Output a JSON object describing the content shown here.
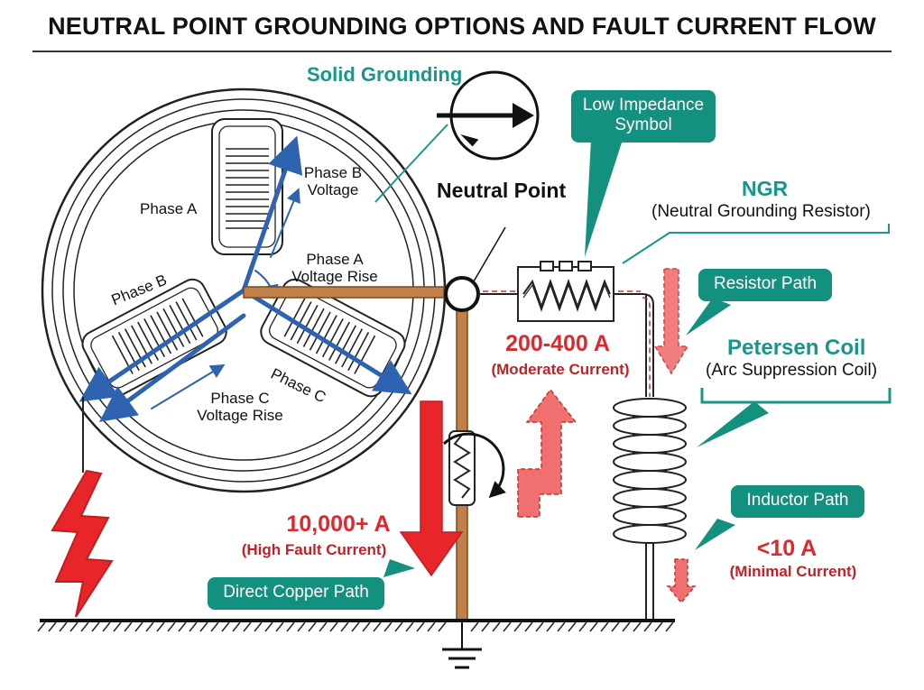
{
  "title": "NEUTRAL POINT GROUNDING OPTIONS AND FAULT CURRENT FLOW",
  "labels": {
    "solid_grounding": "Solid Grounding",
    "low_impedance": "Low Impedance Symbol",
    "neutral_point": "Neutral Point",
    "ngr": "NGR",
    "ngr_full": "(Neutral Grounding Resistor)",
    "resistor_path": "Resistor Path",
    "petersen_coil": "Petersen Coil",
    "petersen_sub": "(Arc Suppression Coil)",
    "inductor_path": "Inductor Path",
    "direct_copper_path": "Direct Copper Path",
    "phase_a": "Phase A",
    "phase_b": "Phase B",
    "phase_c": "Phase C",
    "phase_b_voltage": "Phase B Voltage",
    "phase_a_voltage_rise": "Phase A Voltage Rise",
    "phase_c_voltage_rise": "Phase C Voltage Rise"
  },
  "currents": {
    "solid_value": "10,000+ A",
    "solid_desc": "(High Fault Current)",
    "ngr_value": "200-400 A",
    "ngr_desc": "(Moderate Current)",
    "coil_value": "<10 A",
    "coil_desc": "(Minimal Current)"
  },
  "colors": {
    "accent_teal": "#17978b",
    "fault_red": "#e0272b",
    "copper": "#c0804a",
    "phasor_blue": "#2d63b0"
  }
}
